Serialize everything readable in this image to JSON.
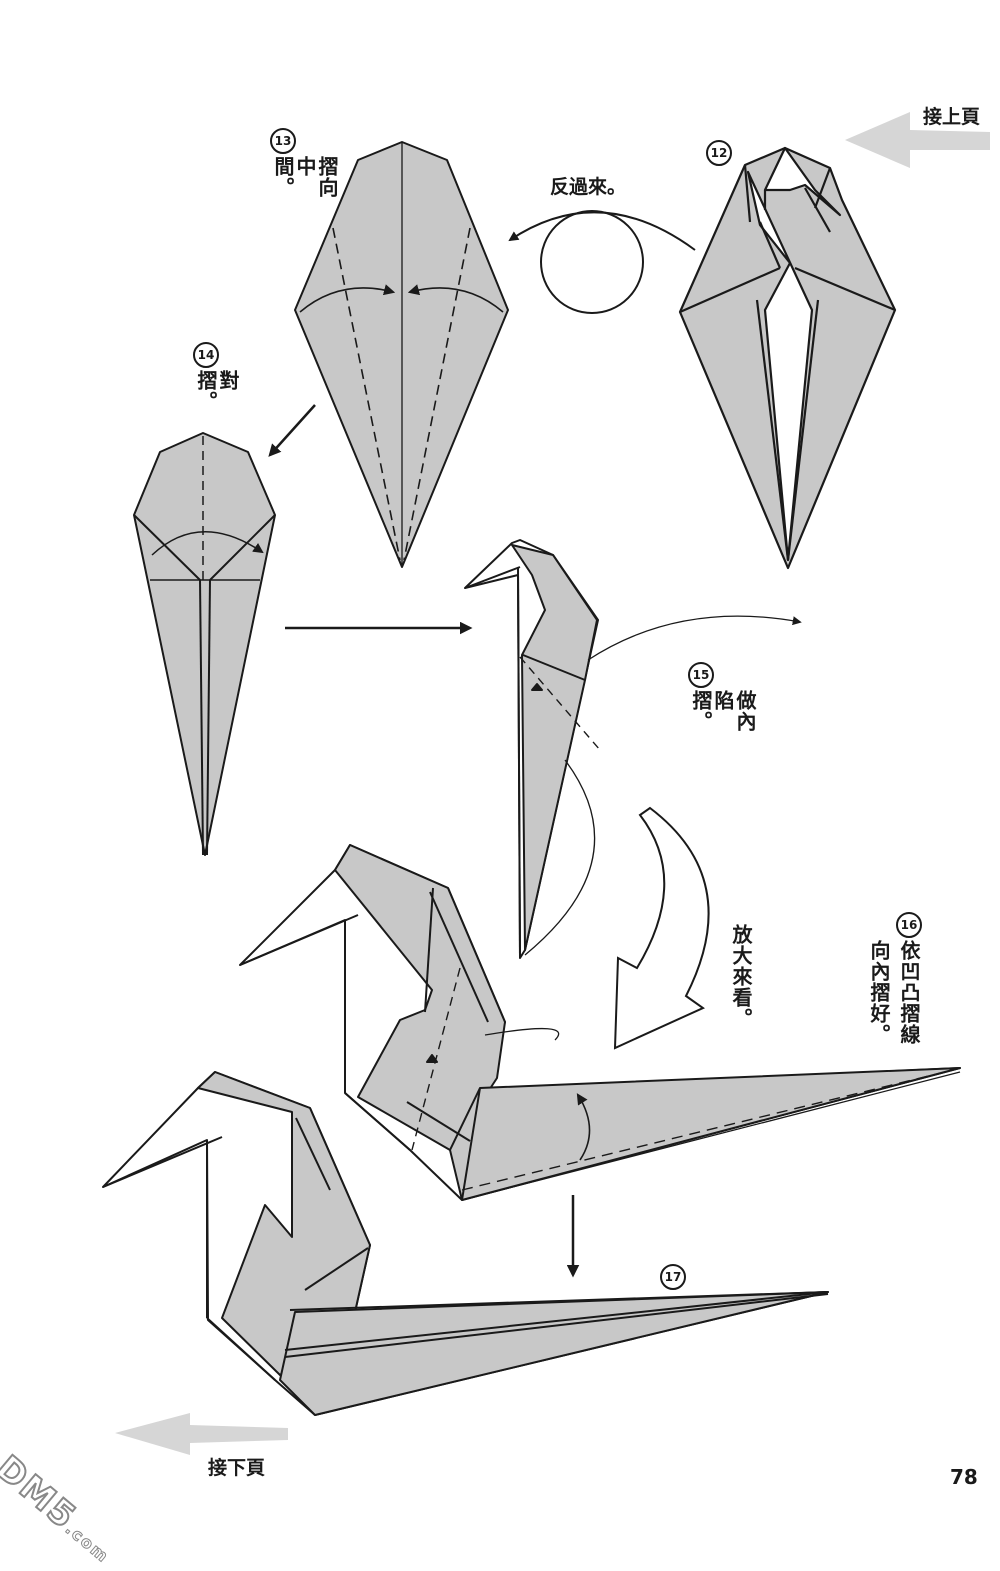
{
  "page": {
    "number": "78",
    "nav_prev": "接上頁",
    "nav_next": "接下頁",
    "watermark": "DM5",
    "watermark_suffix": ".com"
  },
  "colors": {
    "paper_fill": "#c8c8c8",
    "line": "#1a1a1a",
    "nav_arrow": "#d6d6d6",
    "background": "#ffffff"
  },
  "steps": [
    {
      "number": "12",
      "instruction": ""
    },
    {
      "number": "13",
      "instruction": "摺向中間。"
    },
    {
      "number": "14",
      "instruction": "對摺。"
    },
    {
      "number": "15",
      "instruction": "做內陷摺。"
    },
    {
      "number": "16",
      "instruction_line1": "依凹凸摺線",
      "instruction_line2": "向內摺好。"
    },
    {
      "number": "17",
      "instruction": ""
    }
  ],
  "annotations": {
    "flip_over": "反過來。",
    "zoom_in": "放大來看。"
  }
}
